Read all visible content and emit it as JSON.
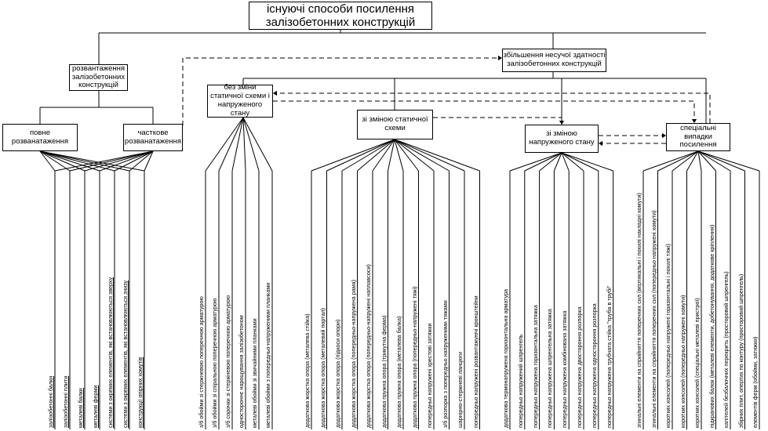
{
  "title": "існуючі способи посилення залізобетонних  конструкцій",
  "nodes": {
    "unloading": "розвантаження залізобетонних конструкцій",
    "full_unloading": "повне розванатаження",
    "partial_unloading": "часткове розванатаження",
    "increase_capacity": "збільшення несучої здатності залізобетонних конструкцій",
    "no_change": "без зміни статичної схеми і напруженого стану",
    "static_change": "зі зміною статичної схеми",
    "stress_change": "зі зміною напруженого стану",
    "special_cases": "спеціальні випадки посилення"
  },
  "leaves": {
    "unloading": [
      "залізобетонні балки",
      "залізобетонні плити",
      "металеві балки",
      "металеві ферми",
      "системи з окремих елементів, які встановлюються зверху",
      "системи з окремих елементів, які встановлюються знизу",
      "конструкції опірних хомутів"
    ],
    "no_change": [
      "з/б обойми зі стержневою поперечною арматурою",
      "з/б обойми зі спіральною поперечною арматурою",
      "з/б сорочки зі стержневою поперечною арматурою",
      "одностороннє нарощування залізобетоном",
      "металеві обойми зі звичайними планками",
      "металеві обойми з попередньо-напруженими планками"
    ],
    "static_change": [
      "додаткова жорстка опора (металева стійка)",
      "додаткова жорстка опора (металевий портал)",
      "додаткова жорстка опора (підкоси опори)",
      "додаткова жорстка опора (попередньо-напружена рама)",
      "додаткова жорстка опора (попередньо-напружені наплавсоси)",
      "додаткова пружна опора (трикутна ферма)",
      "додаткова пружна опора (металева балка)",
      "додаткова пружна опора (попередньо-напружені тяжі)",
      "попередньо напружені хрестові затяжки",
      "з/б розпорка з попередньо напруженими тяжами",
      "шарнірно-стержневі ланцюги",
      "попередньо напружені розвантажуючі кронштейни"
    ],
    "stress_change": [
      "додаткова термонапружена горизонтальна арматура",
      "попередньо напружений шпренгель",
      "попередньо напружена горизонтальна затяжка",
      "попередньо напружена шпренгельна затяжка",
      "попередньо напружена комбінована затяжка",
      "попередньо напружена двостороння розпорка",
      "попередньо напружена одностороння розпорка",
      "попередньо напружена трубчата стійка \"труба в трубі\""
    ],
    "special_cases": [
      "згинальні елементи на сприйняття поперечних сил (вертикальні і похилі накладні хомути)",
      "згинальні елементи на сприйняття поперечних сил (попередньо напружені хомути)",
      "коротких консолей (попередньо напружені горизонтальні і похилі тяжі)",
      "коротких консолей (попередньо напружені хомути)",
      "коротких консолей (спеціальні металеві пристрої)",
      "підкранових балок (металеві елементи, добетонування, додаткове кріплення)",
      "капітелей безбалочних перекрить (просторовий шпренгель)",
      "збірних плит, опертих по контуру (просторовий шпренгель)",
      "елементів ферм (обойми, затяжки)"
    ]
  }
}
